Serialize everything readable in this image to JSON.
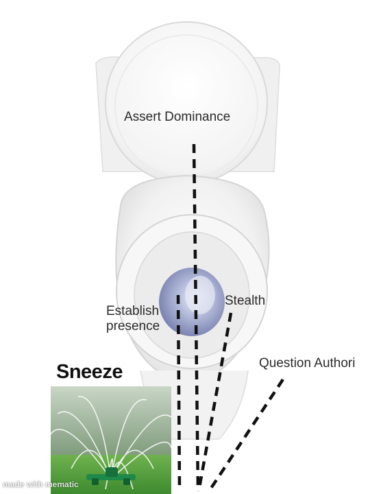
{
  "labels": {
    "assert": "Assert Dominance",
    "stealth": "Stealth",
    "establish_1": "Establish",
    "establish_2": "presence",
    "question": "Question Authori",
    "sneeze": "Sneeze"
  },
  "watermark": "made with mematic",
  "colors": {
    "text": "#2a2a2a",
    "dash": "#111111",
    "porcelain": "#f4f4f4",
    "water": "#aeb5d6",
    "grass": "#4d9a3a",
    "sprinkler_base": "#1e8a4a"
  }
}
